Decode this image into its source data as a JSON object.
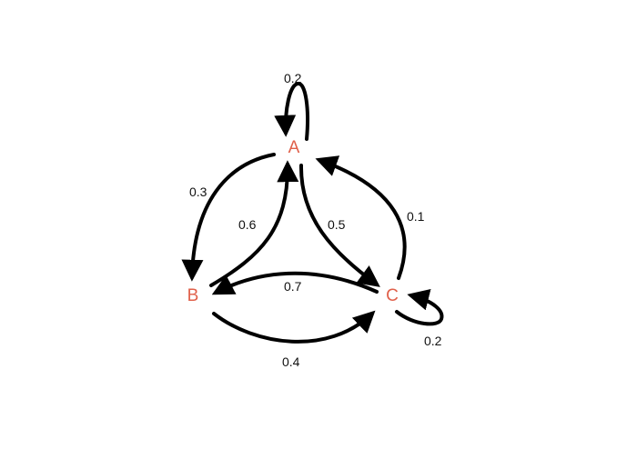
{
  "colors": {
    "node_text": "#e0604a",
    "edge": "#000000",
    "background": "#ffffff"
  },
  "nodes": [
    {
      "id": "A",
      "label": "A"
    },
    {
      "id": "B",
      "label": "B"
    },
    {
      "id": "C",
      "label": "C"
    }
  ],
  "edges": [
    {
      "from": "A",
      "to": "A",
      "label": "0.2"
    },
    {
      "from": "A",
      "to": "B",
      "label": "0.3"
    },
    {
      "from": "B",
      "to": "A",
      "label": "0.6"
    },
    {
      "from": "A",
      "to": "C",
      "label": "0.5"
    },
    {
      "from": "C",
      "to": "A",
      "label": "0.1"
    },
    {
      "from": "C",
      "to": "B",
      "label": "0.7"
    },
    {
      "from": "B",
      "to": "C",
      "label": "0.4"
    },
    {
      "from": "C",
      "to": "C",
      "label": "0.2"
    }
  ]
}
